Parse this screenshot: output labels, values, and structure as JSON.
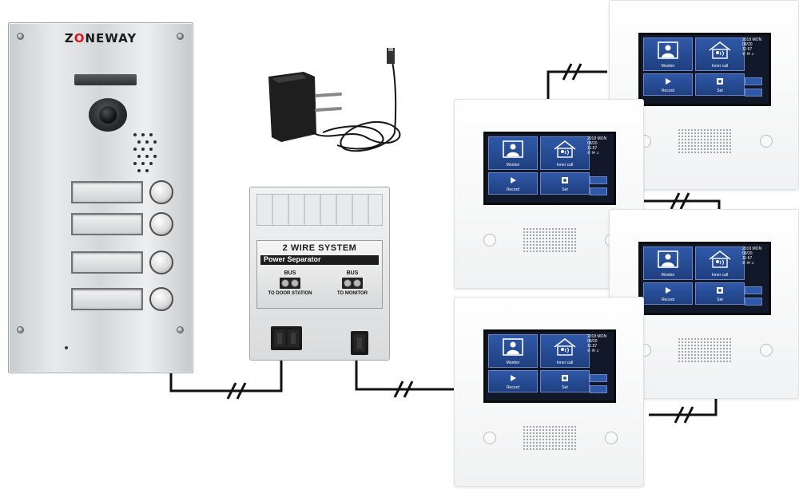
{
  "door_station": {
    "brand_prefix": "Z",
    "brand_mark": "O",
    "brand_suffix": "NEWAY",
    "call_buttons": 4
  },
  "separator": {
    "title": "2 WIRE SYSTEM",
    "subtitle": "Power Separator",
    "bus_left_label": "BUS",
    "bus_left_caption": "TO DOOR STATION",
    "bus_right_label": "BUS",
    "bus_right_caption": "TO MONITOR"
  },
  "monitor_ui": {
    "tile_monitor": "Monitor",
    "tile_intercall": "Inner call",
    "tile_record": "Record",
    "tile_set": "Set",
    "date_year": "2018",
    "date_weekday": "MON",
    "date_md": "08/20",
    "time": "11:57"
  },
  "colors": {
    "screen_tile": "#2f59a8",
    "brand_accent": "#d7191f",
    "wire": "#111111"
  }
}
